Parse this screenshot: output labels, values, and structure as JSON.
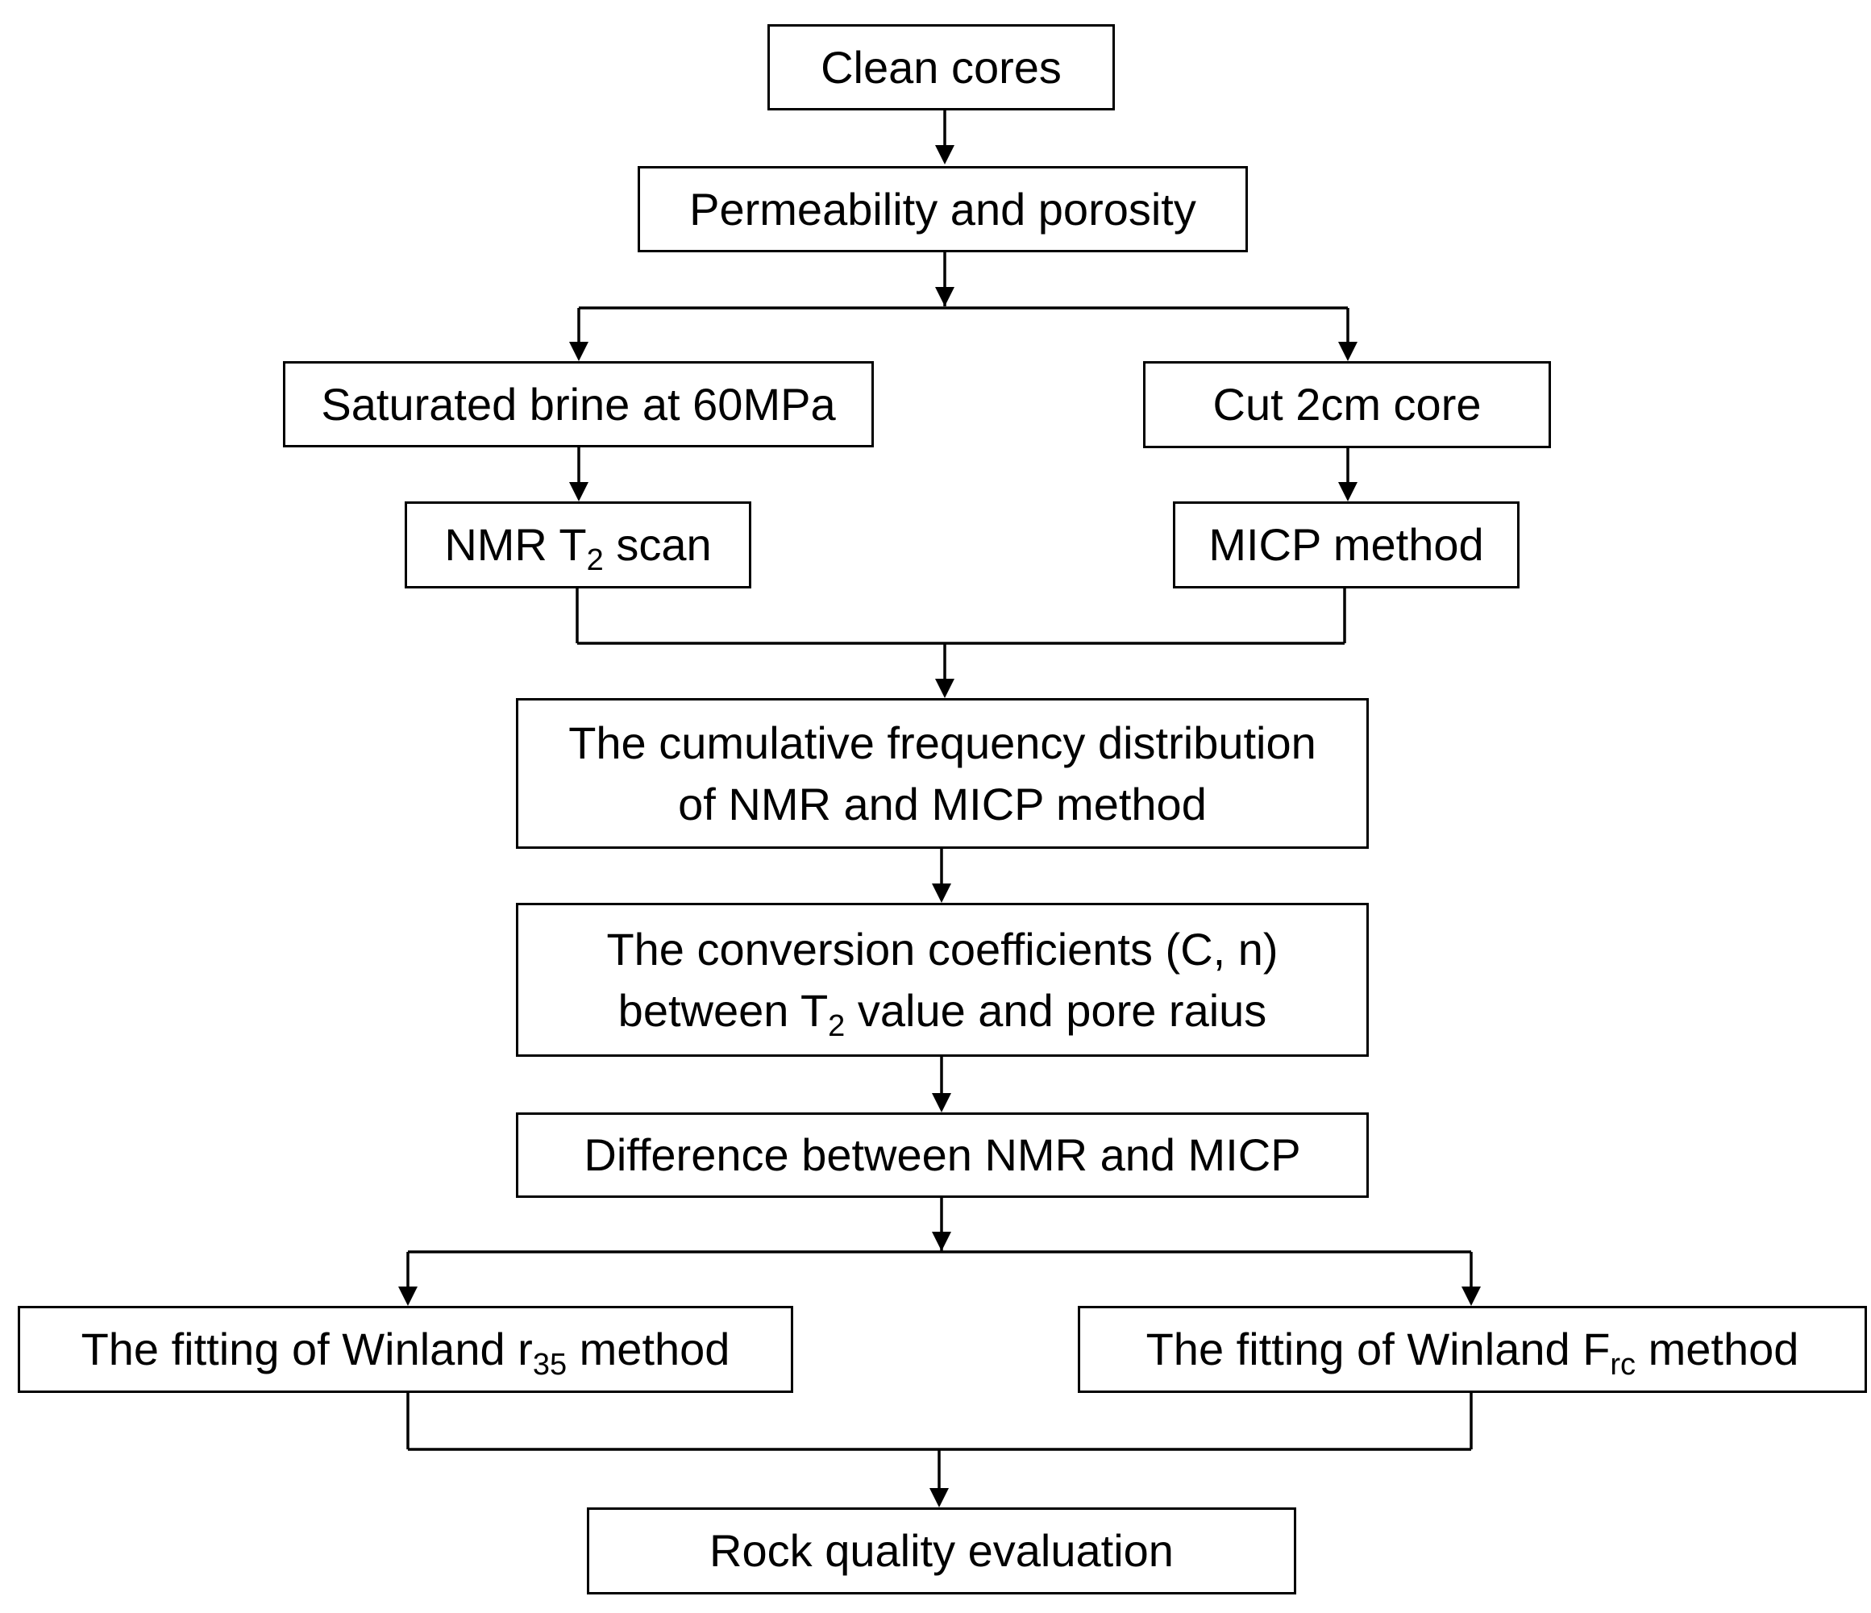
{
  "nodes": {
    "clean": {
      "text": "Clean cores"
    },
    "perm": {
      "text": "Permeability and porosity"
    },
    "brine": {
      "text": "Saturated brine at 60MPa"
    },
    "cut": {
      "text": "Cut 2cm core"
    },
    "nmr": {
      "prefix": "NMR T",
      "sub": "2",
      "suffix": " scan"
    },
    "micp": {
      "text": "MICP method"
    },
    "cumul": {
      "line1": "The cumulative frequency distribution",
      "line2": "of NMR and MICP method"
    },
    "conv": {
      "line1": "The conversion coefficients (C, n)",
      "line2_prefix": "between T",
      "line2_sub": "2",
      "line2_suffix": " value and pore raius"
    },
    "diff": {
      "text": "Difference between NMR and MICP"
    },
    "r35": {
      "prefix": "The fitting of Winland r",
      "sub": "35",
      "suffix": " method"
    },
    "frc": {
      "prefix": "The fitting of Winland F",
      "sub": "rc",
      "suffix": " method"
    },
    "rock": {
      "text": "Rock quality evaluation"
    }
  }
}
